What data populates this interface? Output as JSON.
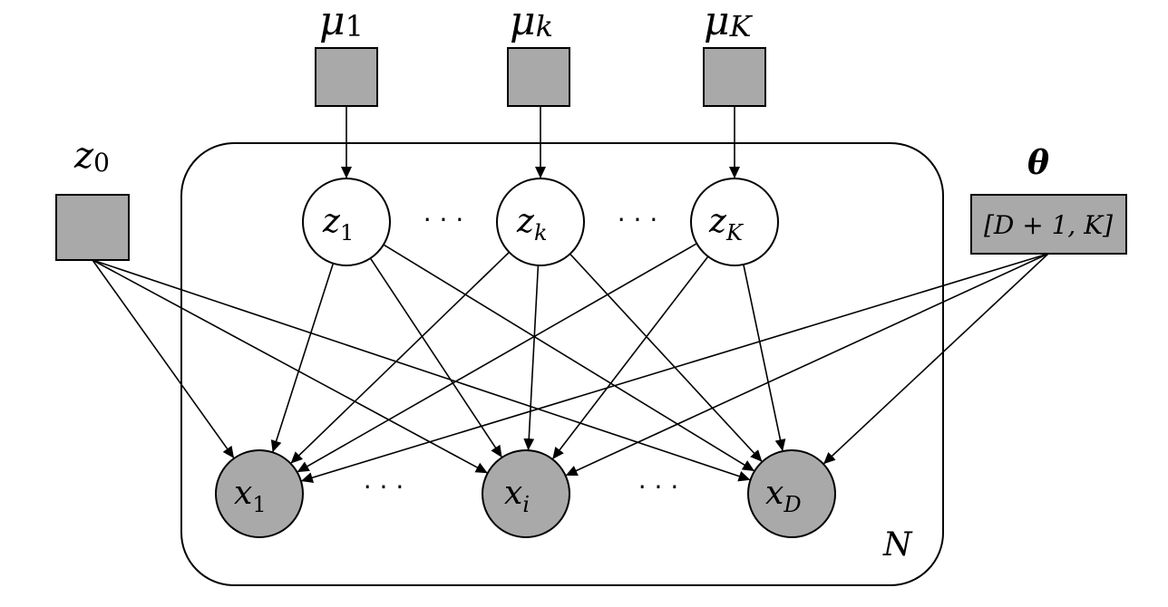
{
  "plate": {
    "label": "N"
  },
  "mu_nodes": [
    {
      "symbol": "μ",
      "subscript": "1"
    },
    {
      "symbol": "μ",
      "subscript": "k"
    },
    {
      "symbol": "μ",
      "subscript": "K"
    }
  ],
  "z0": {
    "symbol": "z",
    "subscript": "0"
  },
  "theta": {
    "symbol": "θ",
    "shape_label": "[D + 1, K]"
  },
  "z_nodes": [
    {
      "symbol": "z",
      "subscript": "1"
    },
    {
      "symbol": "z",
      "subscript": "k"
    },
    {
      "symbol": "z",
      "subscript": "K"
    }
  ],
  "x_nodes": [
    {
      "symbol": "x",
      "subscript": "1"
    },
    {
      "symbol": "x",
      "subscript": "i"
    },
    {
      "symbol": "x",
      "subscript": "D"
    }
  ],
  "ellipsis": "· · ·",
  "colors": {
    "observed_fill": "#a9a9a9",
    "stroke": "#000000",
    "latent_fill": "#ffffff"
  }
}
